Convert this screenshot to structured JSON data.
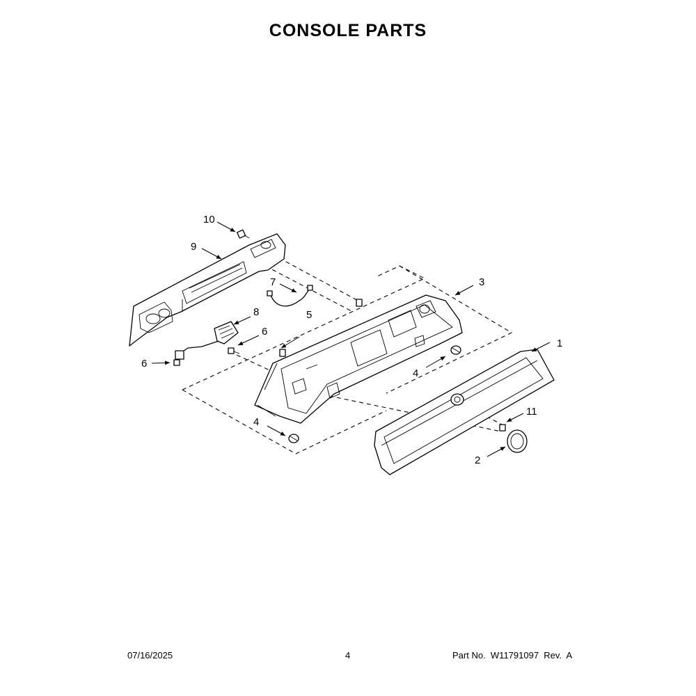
{
  "page": {
    "title": "CONSOLE PARTS"
  },
  "callouts": [
    "1",
    "2",
    "3",
    "4",
    "4",
    "5",
    "6",
    "6",
    "7",
    "8",
    "9",
    "10",
    "11"
  ],
  "footer": {
    "date": "07/16/2025",
    "page_number": "4",
    "part_number": "Part No.  W11791097  Rev.  A"
  }
}
